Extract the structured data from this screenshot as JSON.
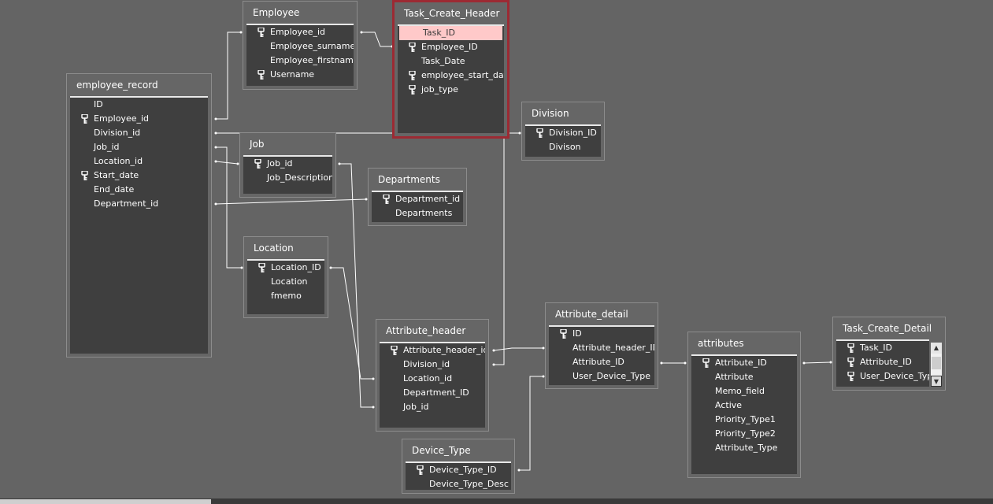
{
  "colors": {
    "canvas": "#646464",
    "box_border": "#8c8c8c",
    "field_list_bg": "#3f3f3f",
    "selected_border": "#9c2a33",
    "highlight_row": "#ffc9c9",
    "line": "#ffffff"
  },
  "icons": {
    "primary_key": "key-icon"
  },
  "tables": {
    "employee": {
      "title": "Employee",
      "fields": [
        {
          "label": "Employee_id",
          "key": true
        },
        {
          "label": "Employee_surname",
          "key": false
        },
        {
          "label": "Employee_firstname",
          "key": false
        },
        {
          "label": "Username",
          "key": true
        }
      ]
    },
    "task_create_header": {
      "title": "Task_Create_Header",
      "fields": [
        {
          "label": "Task_ID",
          "key": false,
          "selected": true
        },
        {
          "label": "Employee_ID",
          "key": true
        },
        {
          "label": "Task_Date",
          "key": false
        },
        {
          "label": "employee_start_date",
          "key": true
        },
        {
          "label": "job_type",
          "key": true
        }
      ]
    },
    "employee_record": {
      "title": "employee_record",
      "fields": [
        {
          "label": "ID",
          "key": false
        },
        {
          "label": "Employee_id",
          "key": true
        },
        {
          "label": "Division_id",
          "key": false
        },
        {
          "label": "Job_id",
          "key": false
        },
        {
          "label": "Location_id",
          "key": false
        },
        {
          "label": "Start_date",
          "key": true
        },
        {
          "label": "End_date",
          "key": false
        },
        {
          "label": "Department_id",
          "key": false
        }
      ]
    },
    "division": {
      "title": "Division",
      "fields": [
        {
          "label": "Division_ID",
          "key": true
        },
        {
          "label": "Divison",
          "key": false
        }
      ]
    },
    "job": {
      "title": "Job",
      "fields": [
        {
          "label": "Job_id",
          "key": true
        },
        {
          "label": "Job_Description",
          "key": false
        }
      ]
    },
    "departments": {
      "title": "Departments",
      "fields": [
        {
          "label": "Department_id",
          "key": true
        },
        {
          "label": "Departments",
          "key": false
        }
      ]
    },
    "location": {
      "title": "Location",
      "fields": [
        {
          "label": "Location_ID",
          "key": true
        },
        {
          "label": "Location",
          "key": false
        },
        {
          "label": "fmemo",
          "key": false
        }
      ]
    },
    "attribute_header": {
      "title": "Attribute_header",
      "fields": [
        {
          "label": "Attribute_header_id",
          "key": true
        },
        {
          "label": "Division_id",
          "key": false
        },
        {
          "label": "Location_id",
          "key": false
        },
        {
          "label": "Department_ID",
          "key": false
        },
        {
          "label": "Job_id",
          "key": false
        }
      ]
    },
    "attribute_detail": {
      "title": "Attribute_detail",
      "fields": [
        {
          "label": "ID",
          "key": true
        },
        {
          "label": "Attribute_header_ID",
          "key": false
        },
        {
          "label": "Attribute_ID",
          "key": false
        },
        {
          "label": "User_Device_Type",
          "key": false
        }
      ]
    },
    "attributes": {
      "title": "attributes",
      "fields": [
        {
          "label": "Attribute_ID",
          "key": true
        },
        {
          "label": "Attribute",
          "key": false
        },
        {
          "label": "Memo_field",
          "key": false
        },
        {
          "label": "Active",
          "key": false
        },
        {
          "label": "Priority_Type1",
          "key": false
        },
        {
          "label": "Priority_Type2",
          "key": false
        },
        {
          "label": "Attribute_Type",
          "key": false
        }
      ]
    },
    "task_create_detail": {
      "title": "Task_Create_Detail",
      "fields": [
        {
          "label": "Task_ID",
          "key": true
        },
        {
          "label": "Attribute_ID",
          "key": true
        },
        {
          "label": "User_Device_Type",
          "key": true
        }
      ],
      "has_scrollbar": true
    },
    "device_type": {
      "title": "Device_Type",
      "fields": [
        {
          "label": "Device_Type_ID",
          "key": true
        },
        {
          "label": "Device_Type_Desc",
          "key": false
        }
      ]
    }
  },
  "scroll_icons": {
    "up": "scroll-up-arrow-icon",
    "down": "scroll-down-arrow-icon"
  }
}
